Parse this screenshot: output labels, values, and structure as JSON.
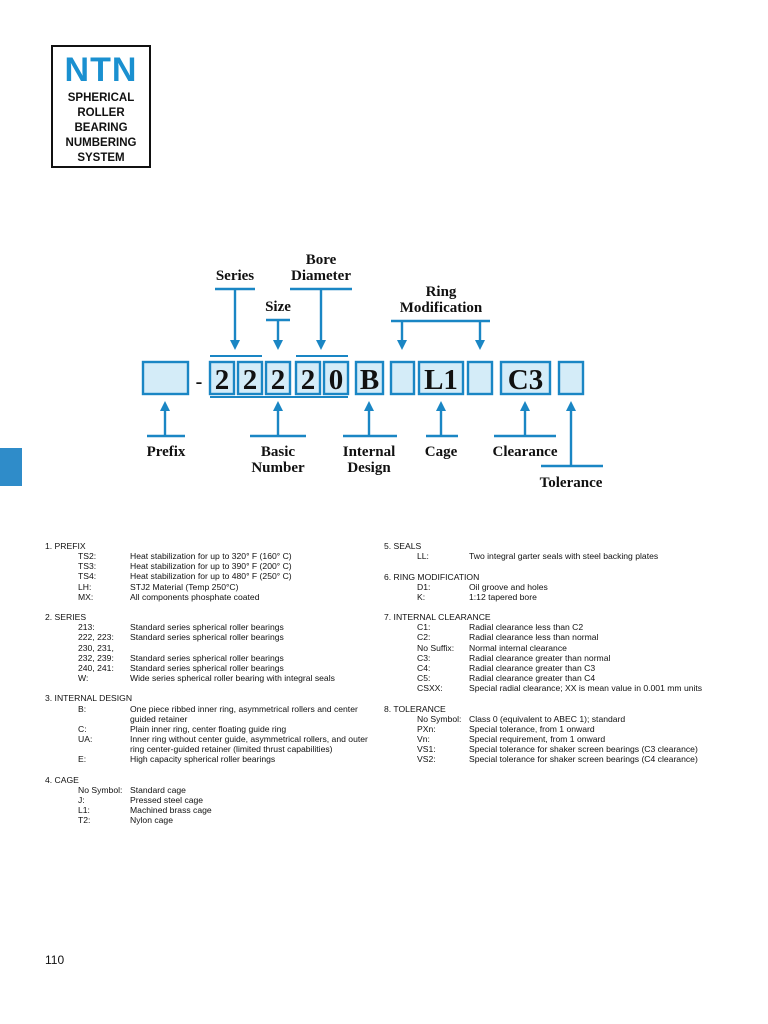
{
  "logo": {
    "mark": "NTN",
    "title": "SPHERICAL\nROLLER\nBEARING\nNUMBERING\nSYSTEM",
    "color": "#1a90d0"
  },
  "diagram": {
    "labels_top": {
      "series": "Series",
      "bore_line1": "Bore",
      "bore_line2": "Diameter",
      "size": "Size",
      "ring_line1": "Ring",
      "ring_line2": "Modification"
    },
    "code": {
      "dash": "-",
      "basic_chars": [
        "2",
        "2",
        "2",
        "2",
        "0"
      ],
      "internal": "B",
      "cage": "L1",
      "clearance": "C3"
    },
    "labels_bottom": {
      "prefix": "Prefix",
      "basic_line1": "Basic",
      "basic_line2": "Number",
      "internal_line1": "Internal",
      "internal_line2": "Design",
      "cage": "Cage",
      "clearance": "Clearance",
      "tolerance": "Tolerance"
    },
    "accent": "#1a86c4",
    "box_fill": "#d4ecf8"
  },
  "sections_left": [
    {
      "title": "1. PREFIX",
      "rows": [
        {
          "k": "TS2:",
          "v": "Heat stabilization for up to 320° F (160° C)"
        },
        {
          "k": "TS3:",
          "v": "Heat stabilization for up to 390° F (200° C)"
        },
        {
          "k": "TS4:",
          "v": "Heat stabilization for up to 480° F (250° C)"
        },
        {
          "k": "LH:",
          "v": "STJ2 Material (Temp 250°C)"
        },
        {
          "k": "MX:",
          "v": "All components phosphate coated"
        }
      ]
    },
    {
      "title": "2. SERIES",
      "rows": [
        {
          "k": "213:",
          "v": "Standard series spherical roller bearings"
        },
        {
          "k": "222, 223:",
          "v": "Standard series spherical roller bearings"
        },
        {
          "k": "230, 231,",
          "v": ""
        },
        {
          "k": "232, 239:",
          "v": "Standard series spherical roller bearings"
        },
        {
          "k": "240, 241:",
          "v": "Standard series spherical roller bearings"
        },
        {
          "k": "W:",
          "v": "Wide series spherical roller bearing with integral seals"
        }
      ]
    },
    {
      "title": "3. INTERNAL DESIGN",
      "rows": [
        {
          "k": "B:",
          "v": "One piece ribbed inner ring, asymmetrical rollers and center guided retainer"
        },
        {
          "k": "C:",
          "v": "Plain inner ring, center floating guide ring"
        },
        {
          "k": "UA:",
          "v": "Inner ring without center guide, asymmetrical rollers, and outer ring center-guided  retainer (limited thrust capabilities)"
        },
        {
          "k": "E:",
          "v": "High capacity spherical roller bearings"
        }
      ]
    },
    {
      "title": "4. CAGE",
      "rows": [
        {
          "k": "No Symbol:",
          "v": "Standard cage"
        },
        {
          "k": "J:",
          "v": "Pressed steel cage"
        },
        {
          "k": "L1:",
          "v": "Machined brass cage"
        },
        {
          "k": "T2:",
          "v": "Nylon cage"
        }
      ]
    }
  ],
  "sections_right": [
    {
      "title": "5. SEALS",
      "rows": [
        {
          "k": "LL:",
          "v": "Two integral garter seals with steel backing plates"
        }
      ]
    },
    {
      "title": "6. RING MODIFICATION",
      "rows": [
        {
          "k": "D1:",
          "v": "Oil groove and holes"
        },
        {
          "k": "K:",
          "v": "1:12 tapered bore"
        }
      ]
    },
    {
      "title": "7. INTERNAL CLEARANCE",
      "rows": [
        {
          "k": "C1:",
          "v": "Radial clearance less than C2"
        },
        {
          "k": "C2:",
          "v": "Radial clearance less than normal"
        },
        {
          "k": "No Suffix:",
          "v": "Normal internal clearance"
        },
        {
          "k": "C3:",
          "v": "Radial clearance greater than normal"
        },
        {
          "k": "C4:",
          "v": "Radial clearance greater than C3"
        },
        {
          "k": "C5:",
          "v": "Radial clearance greater than C4"
        },
        {
          "k": "CSXX:",
          "v": "Special radial clearance; XX is mean value in 0.001 mm units"
        }
      ]
    },
    {
      "title": "8. TOLERANCE",
      "rows": [
        {
          "k": "No Symbol:",
          "v": "Class 0 (equivalent to ABEC 1); standard"
        },
        {
          "k": "PXn:",
          "v": "Special tolerance, from 1 onward"
        },
        {
          "k": "Vn:",
          "v": "Special requirement, from 1 onward"
        },
        {
          "k": "VS1:",
          "v": "Special tolerance for shaker screen bearings (C3 clearance)"
        },
        {
          "k": "VS2:",
          "v": "Special tolerance for shaker screen bearings (C4 clearance)"
        }
      ]
    }
  ],
  "page_number": "110"
}
